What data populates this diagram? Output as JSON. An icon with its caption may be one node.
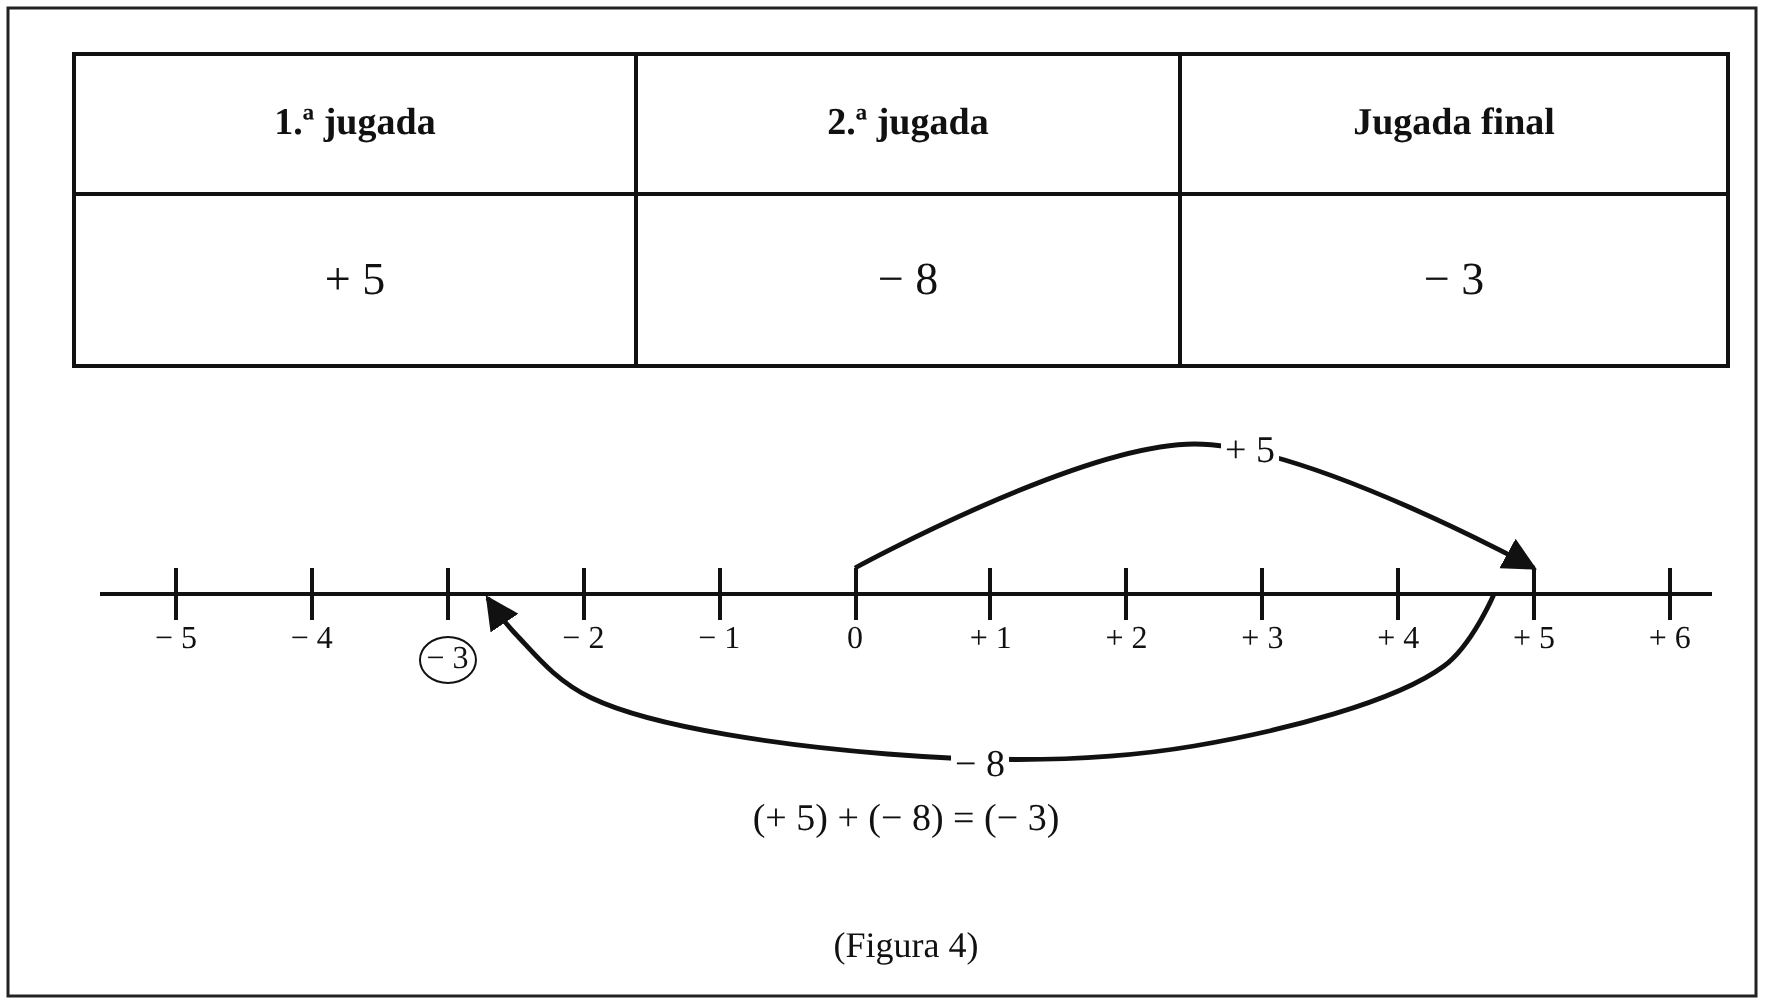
{
  "diagram": {
    "caption": "(Figura 4)",
    "nodes": [
      {
        "text": [
          "− 5"
        ]
      },
      {
        "text": [
          "− 4"
        ]
      },
      {
        "text": [
          "− 3"
        ]
      },
      {
        "text": [
          "− 2"
        ]
      },
      {
        "text": [
          "− 1"
        ]
      },
      {
        "text": [
          "0"
        ]
      },
      {
        "text": [
          "+ 1"
        ]
      },
      {
        "text": [
          "+ 2"
        ]
      },
      {
        "text": [
          "+ 3"
        ]
      },
      {
        "text": [
          "+ 4"
        ]
      },
      {
        "text": [
          "+ 5"
        ]
      },
      {
        "text": [
          "+ 6"
        ]
      }
    ],
    "edges": [
      {
        "from": 5,
        "to": 10,
        "arrow": "to",
        "label": "+ 5"
      },
      {
        "from": 10,
        "to": 2,
        "arrow": "to",
        "label": "− 8"
      }
    ],
    "labels": [
      "1.ª jugada",
      "2.ª jugada",
      "Jugada final",
      "+ 5",
      "− 8",
      "− 3",
      "(+ 5) + (− 8) = (− 3)"
    ]
  }
}
